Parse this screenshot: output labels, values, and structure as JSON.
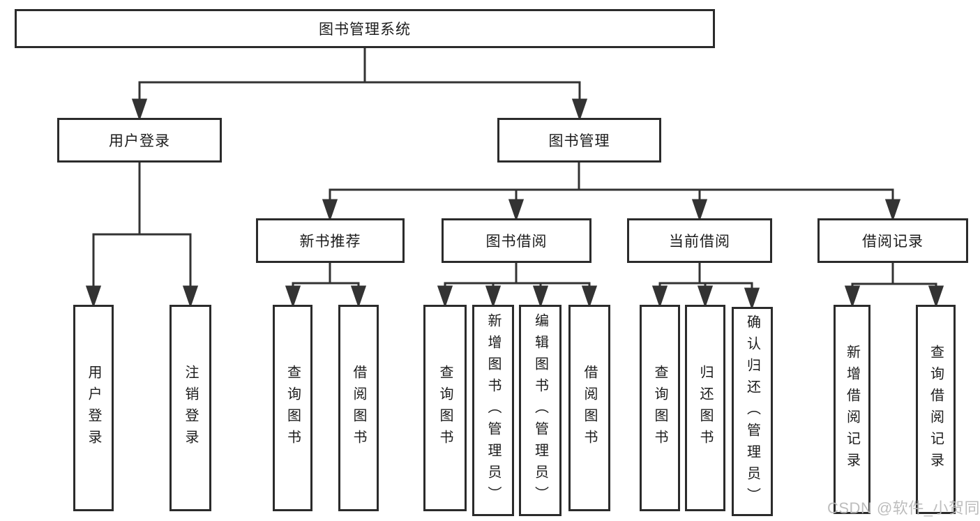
{
  "title": {
    "label": "图书管理系统"
  },
  "tree": {
    "user_login": {
      "label": "用户登录",
      "children": [
        {
          "label": "用户登录"
        },
        {
          "label": "注销登录"
        }
      ]
    },
    "book_mgmt": {
      "label": "图书管理",
      "children": [
        {
          "label": "新书推荐",
          "children": [
            {
              "label": "查询图书"
            },
            {
              "label": "借阅图书"
            }
          ]
        },
        {
          "label": "图书借阅",
          "children": [
            {
              "label": "查询图书"
            },
            {
              "label": "新增图书（管理员）"
            },
            {
              "label": "编辑图书（管理员）"
            },
            {
              "label": "借阅图书"
            }
          ]
        },
        {
          "label": "当前借阅",
          "children": [
            {
              "label": "查询图书"
            },
            {
              "label": "归还图书"
            },
            {
              "label": "确认归还（管理员）"
            }
          ]
        },
        {
          "label": "借阅记录",
          "children": [
            {
              "label": "新增借阅记录"
            },
            {
              "label": "查询借阅记录"
            }
          ]
        }
      ]
    }
  },
  "watermark": {
    "text": "CSDN @软件_小贺同学"
  },
  "colors": {
    "line": "#333333",
    "border": "#2b2b2b",
    "text": "#1c1c1c",
    "watermark": "#b9b9b9",
    "background": "#ffffff"
  }
}
